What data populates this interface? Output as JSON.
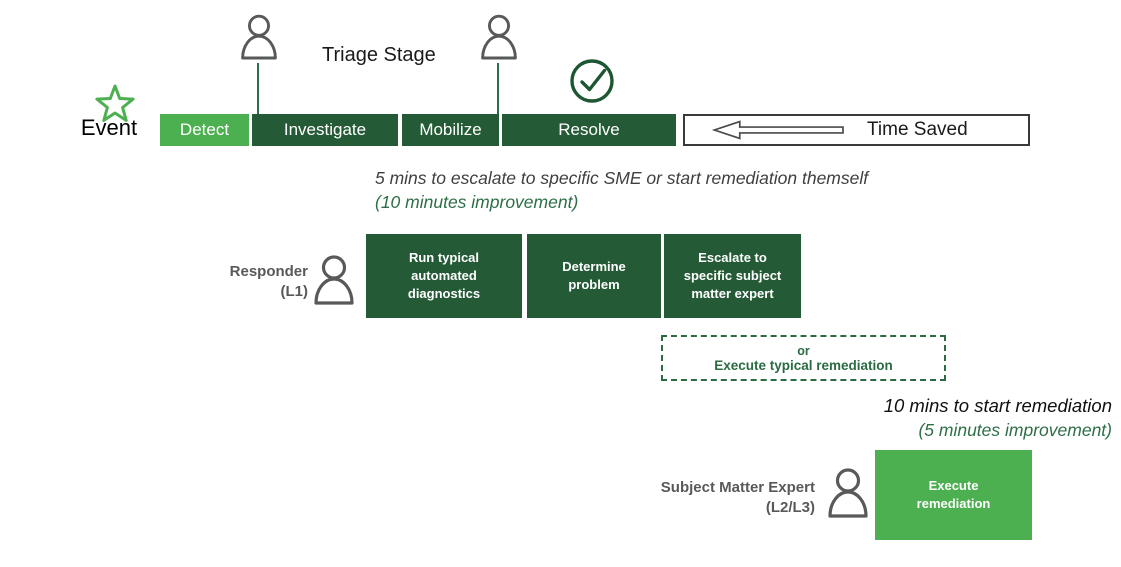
{
  "title": "Triage Stage",
  "event_label": "Event",
  "timeline": {
    "stages": [
      {
        "label": "Detect"
      },
      {
        "label": "Investigate"
      },
      {
        "label": "Mobilize"
      },
      {
        "label": "Resolve"
      }
    ],
    "time_saved_label": "Time Saved"
  },
  "annotations": {
    "responder": {
      "line1": "5 mins to escalate to specific SME or start remediation themself",
      "line2": "(10 minutes improvement)"
    },
    "sme": {
      "line1": "10 mins to start remediation",
      "line2": "(5 minutes improvement)"
    }
  },
  "lanes": {
    "responder": {
      "label_line1": "Responder",
      "label_line2": "(L1)",
      "steps": [
        "Run typical automated diagnostics",
        "Determine problem",
        "Escalate to specific subject matter expert"
      ],
      "alternative": {
        "line1": "or",
        "line2": "Execute typical remediation"
      }
    },
    "sme": {
      "label_line1": "Subject Matter Expert",
      "label_line2": "(L2/L3)",
      "steps": [
        "Execute remediation"
      ]
    }
  },
  "icons": {
    "event": "star-icon",
    "triage_handoff": "person-icon",
    "resolved": "check-circle-icon",
    "time_saved_arrow": "arrow-left-icon"
  },
  "colors": {
    "green_mid": "#4caf50",
    "green_dark": "#245b36",
    "green_text": "#2e6e46",
    "icon_gray": "#58595b",
    "text_dark": "#1a1a1a"
  }
}
